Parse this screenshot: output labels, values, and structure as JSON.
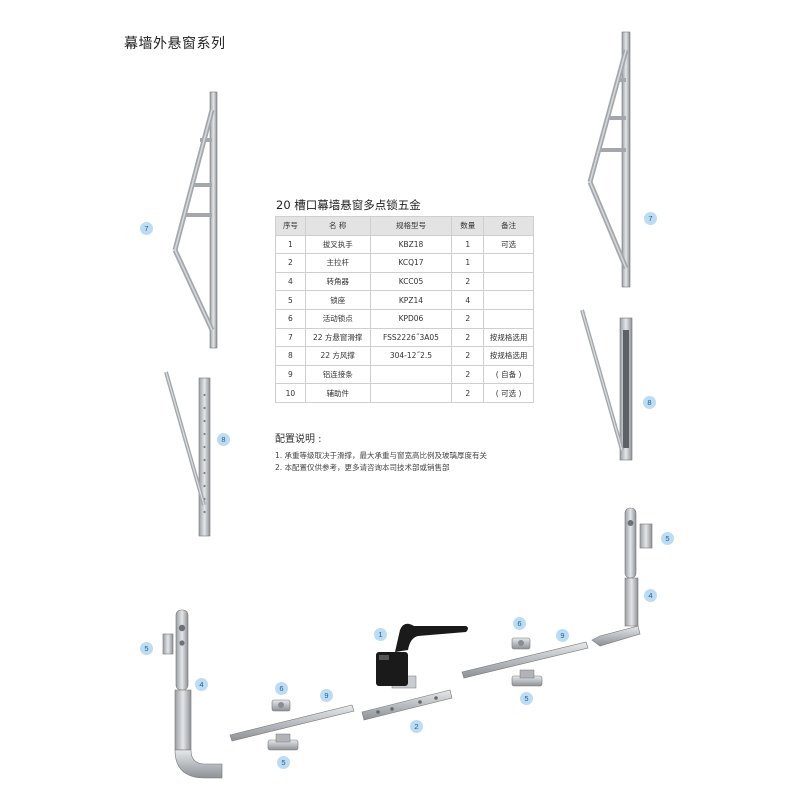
{
  "page": {
    "title": "幕墙外悬窗系列"
  },
  "table": {
    "title": "20 槽口幕墙悬窗多点锁五金",
    "headers": [
      "序号",
      "名 称",
      "规格型号",
      "数量",
      "备注"
    ],
    "rows": [
      [
        "1",
        "拔叉执手",
        "KBZ18",
        "1",
        "可选"
      ],
      [
        "2",
        "主拉杆",
        "KCQ17",
        "1",
        ""
      ],
      [
        "4",
        "转角器",
        "KCC05",
        "2",
        ""
      ],
      [
        "5",
        "锁座",
        "KPZ14",
        "4",
        ""
      ],
      [
        "6",
        "活动锁点",
        "KPD06",
        "2",
        ""
      ],
      [
        "7",
        "22 方悬窗滑撑",
        "FSS2226˝3A05",
        "2",
        "按规格选用"
      ],
      [
        "8",
        "22 方风撑",
        "304-12˝2.5",
        "2",
        "按规格选用"
      ],
      [
        "9",
        "铝连接条",
        "",
        "2",
        "( 自备 )"
      ],
      [
        "10",
        "辅助件",
        "",
        "2",
        "( 可选 )"
      ]
    ]
  },
  "notes": {
    "heading": "配置说明 :",
    "lines": [
      "1. 承重等级取决于滑撑，最大承重与窗宽高比例及玻璃厚度有关",
      "2. 本配置仅供参考，更多请咨询本司技术部或销售部"
    ]
  },
  "callouts": {
    "hinge_left": "7",
    "hinge_right": "7",
    "stay_left": "8",
    "stay_right": "8",
    "handle": "1",
    "rod": "2",
    "corner_left": "4",
    "corner_right": "4",
    "keeper_left_top": "5",
    "keeper_right_top": "5",
    "keeper_mid_left": "5",
    "keeper_mid_right": "5",
    "lockpoint_left": "6",
    "lockpoint_right": "6",
    "strip_left": "9",
    "strip_right": "9"
  },
  "colors": {
    "badge_fill": "#bcdcf3",
    "badge_text": "#1f5f8f",
    "table_header_bg": "#e3e3e3",
    "metal": "#c9ccd0",
    "metal_dark": "#8a8e93",
    "handle": "#1a1a1a"
  }
}
